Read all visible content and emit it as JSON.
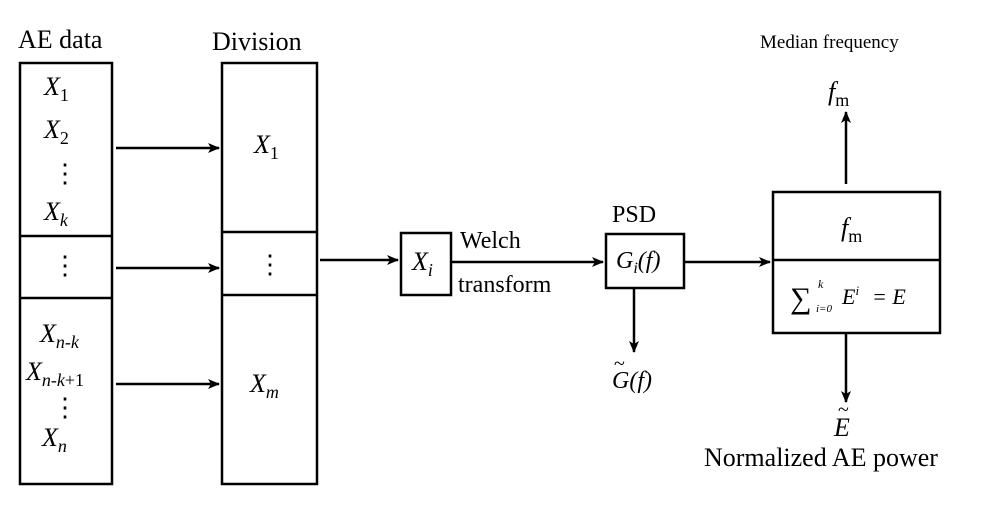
{
  "titles": {
    "ae_data": "AE data",
    "division": "Division",
    "psd": "PSD",
    "median_frequency": "Median frequency",
    "normalized_power": "Normalized AE power"
  },
  "ae_column": {
    "x1": {
      "base": "X",
      "sub": "1"
    },
    "x2": {
      "base": "X",
      "sub": "2"
    },
    "dots": "⋮",
    "xk": {
      "base": "X",
      "sub": "k"
    },
    "mid_dots": "⋮",
    "xnk": {
      "base": "X",
      "sub": "n-k"
    },
    "xnk1": {
      "base": "X",
      "sub": "n-k",
      "sub2": "+1"
    },
    "dots2": "⋮",
    "xn": {
      "base": "X",
      "sub": "n"
    }
  },
  "division_column": {
    "x1": {
      "base": "X",
      "sub": "1"
    },
    "dots": "⋮",
    "xm": {
      "base": "X",
      "sub": "m"
    }
  },
  "xi_box": {
    "base": "X",
    "sub": "i"
  },
  "welch": {
    "line1": "Welch",
    "line2": "transform"
  },
  "psd_box": {
    "text_g": "G",
    "sub": "i",
    "arg": "(f)"
  },
  "g_tilde": {
    "text": "G(f)",
    "tilde": "~"
  },
  "result_box": {
    "fm": {
      "base": "f",
      "sub": "m"
    },
    "sum": {
      "sigma": "∑",
      "upper": "k",
      "lower": "i=0",
      "term": "E",
      "sup": "i",
      "rhs": "= E"
    }
  },
  "fm_out": {
    "base": "f",
    "sub": "m"
  },
  "e_tilde": {
    "text": "E",
    "tilde": "~"
  }
}
